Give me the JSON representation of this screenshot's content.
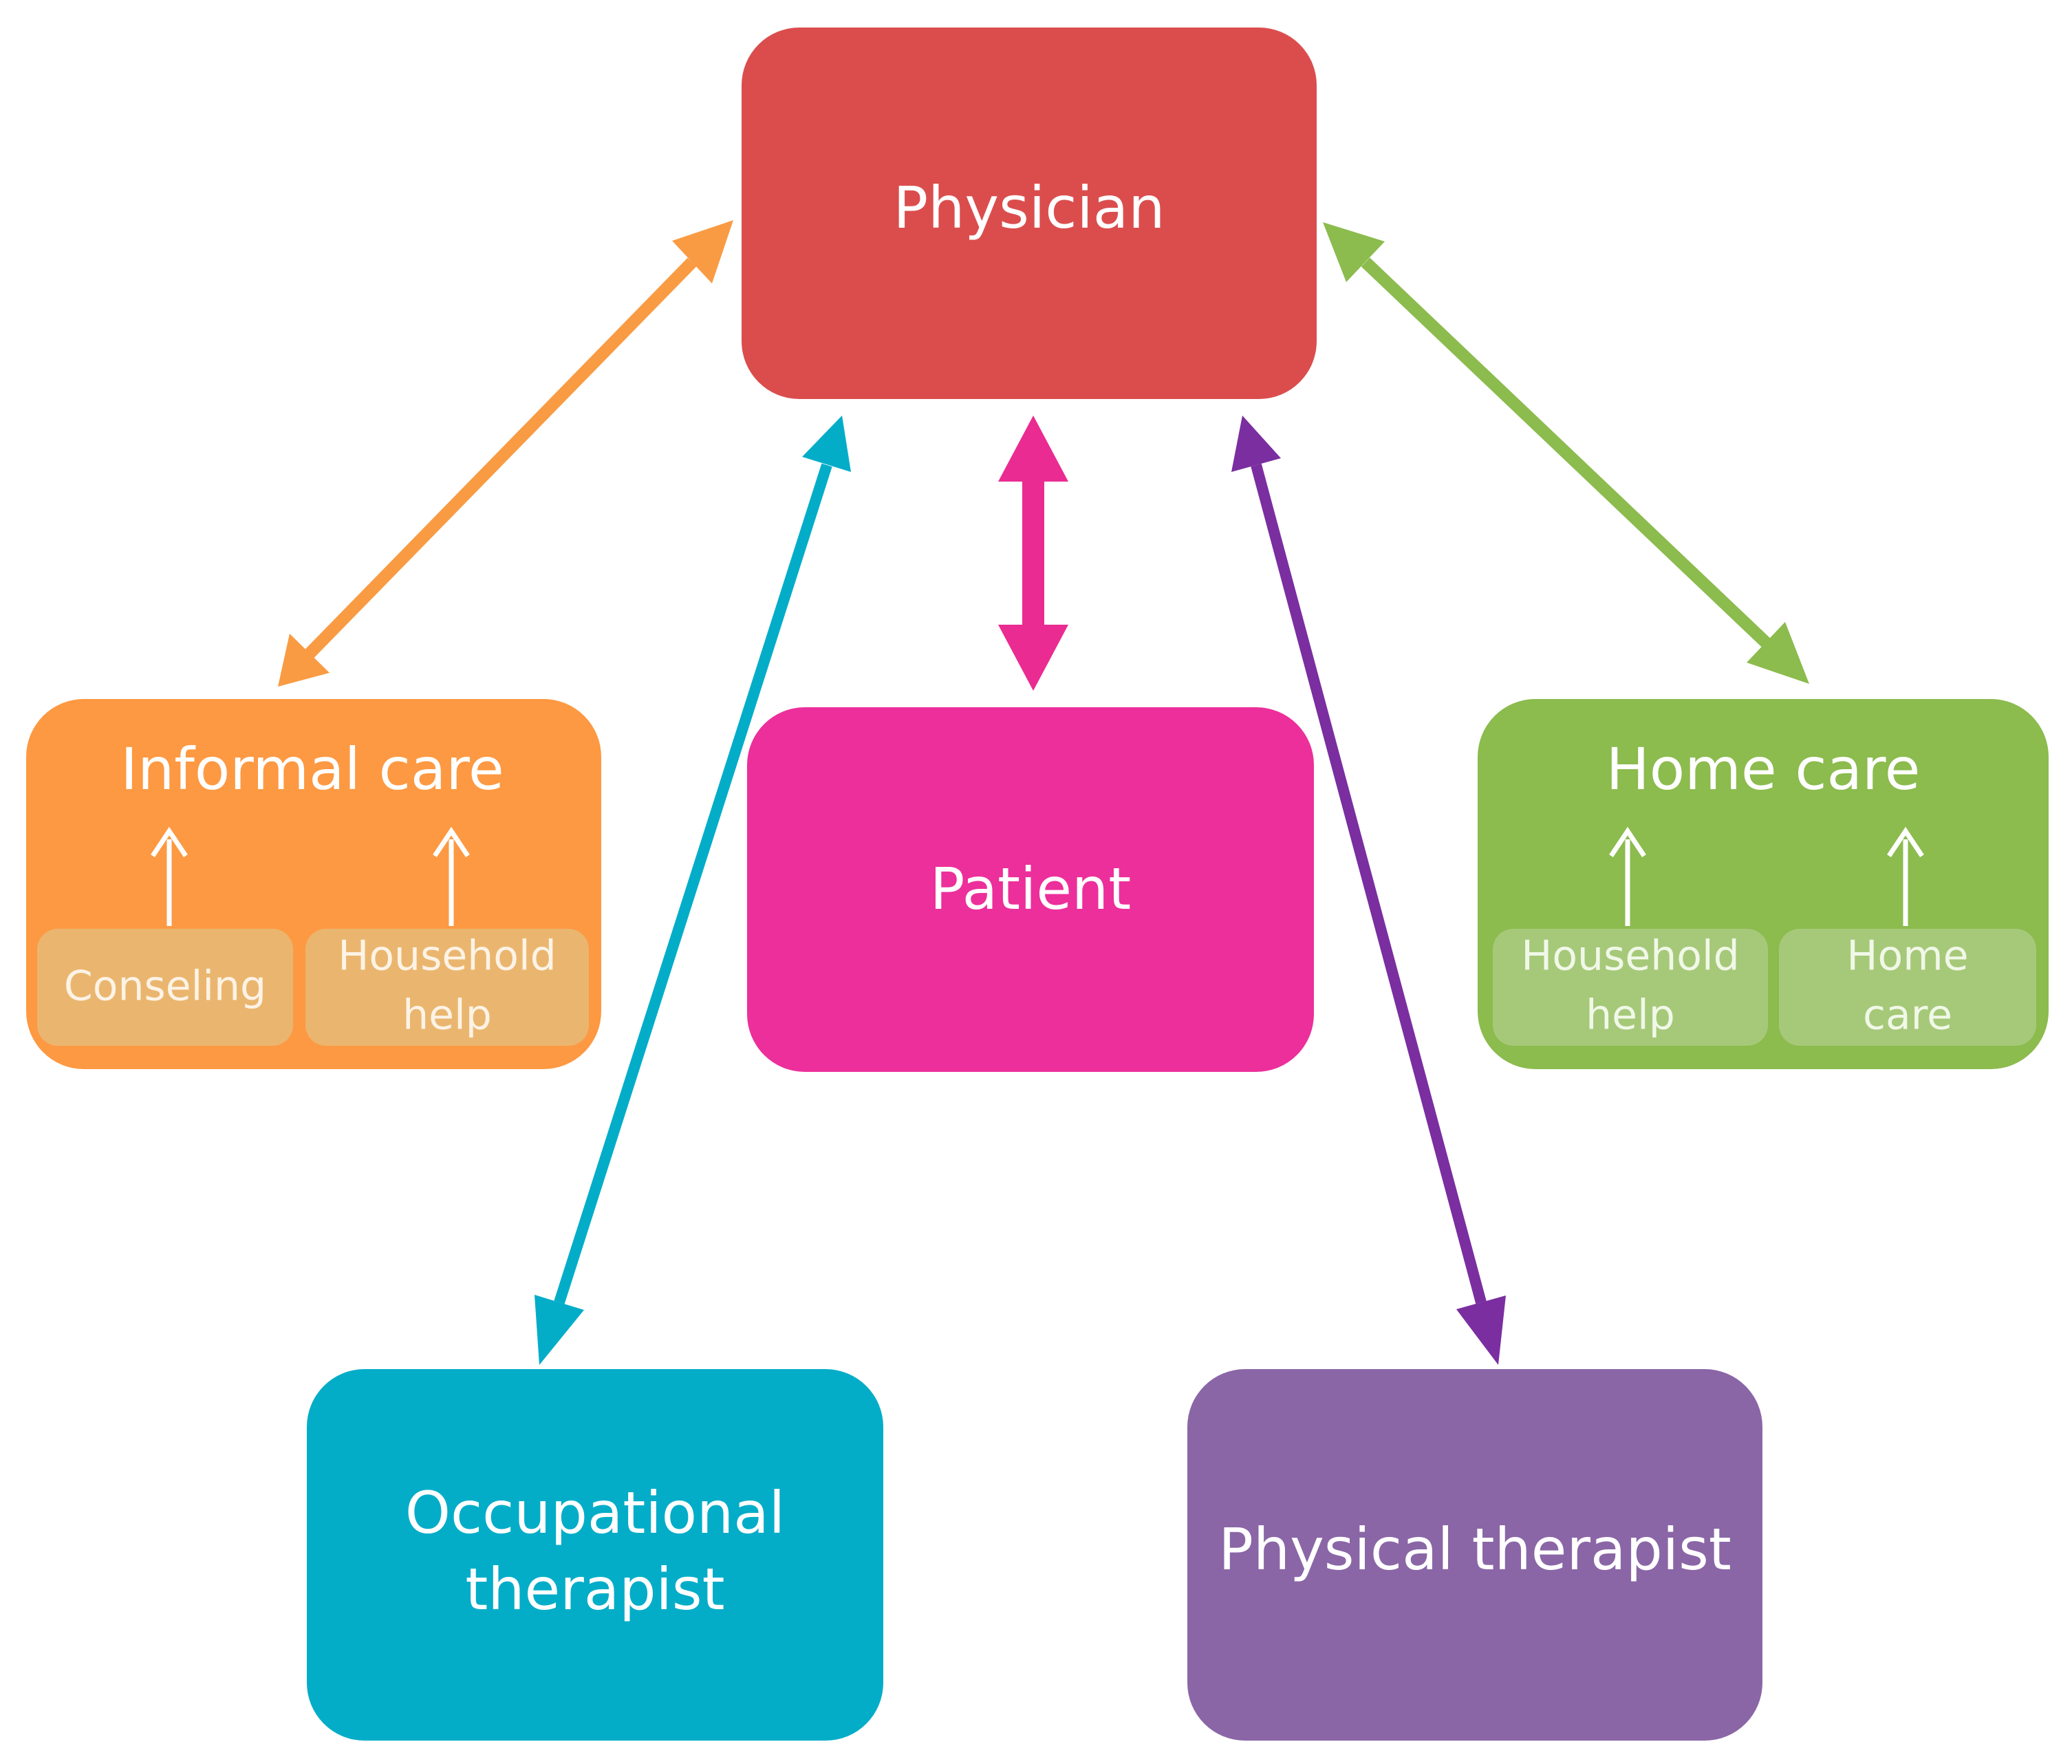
{
  "nodes": {
    "physician": {
      "label": "Physician",
      "color": "#db4d4d"
    },
    "patient": {
      "label": "Patient",
      "color": "#ec2f9b"
    },
    "informal_care": {
      "label": "Informal care",
      "color": "#fd9942",
      "sub_color": "#eab66f",
      "subitems": [
        {
          "lines": [
            "Conseling"
          ]
        },
        {
          "lines": [
            "Household",
            "help"
          ]
        }
      ]
    },
    "home_care": {
      "label": "Home care",
      "color": "#8cbb4e",
      "sub_color": "#a6c979",
      "subitems": [
        {
          "lines": [
            "Household",
            "help"
          ]
        },
        {
          "lines": [
            "Home",
            "care"
          ]
        }
      ]
    },
    "occupational_therapist": {
      "lines": [
        "Occupational",
        "therapist"
      ],
      "color": "#03adc8"
    },
    "physical_therapist": {
      "label": "Physical therapist",
      "color": "#8a66a6"
    }
  },
  "connectors": [
    {
      "name": "physician-informal-care-arrow",
      "color": "#f99b43"
    },
    {
      "name": "physician-home-care-arrow",
      "color": "#8cbb4e"
    },
    {
      "name": "physician-patient-arrow",
      "color": "#ea2b91"
    },
    {
      "name": "physician-occupational-therapist-arrow",
      "color": "#03adc8"
    },
    {
      "name": "physician-physical-therapist-arrow",
      "color": "#7a2ea0"
    }
  ]
}
